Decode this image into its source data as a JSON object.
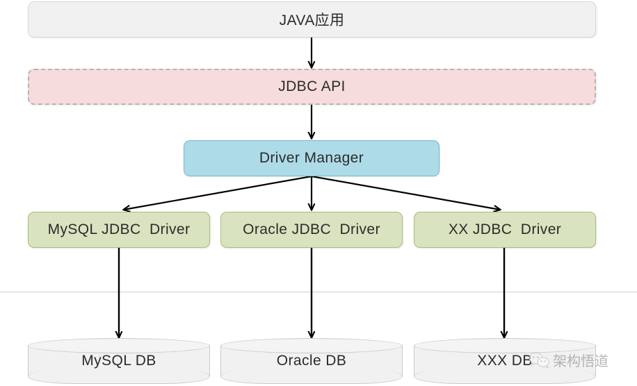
{
  "diagram": {
    "title": "JDBC architecture diagram",
    "colors": {
      "app_fill": "#f1f1f1",
      "app_border": "#d8d8d8",
      "api_fill": "#f6dcdc",
      "api_border": "#b9b2b2",
      "manager_fill": "#aedbe8",
      "manager_border": "#74b8cc",
      "driver_fill": "#d9e3bf",
      "driver_border": "#a8bc7e",
      "db_fill": "#f1f1f1",
      "db_border": "#c9c9c9",
      "arrow": "#000000",
      "text": "#2b2b2b",
      "rule": "#ececec"
    },
    "layers": {
      "application": {
        "label": "JAVA应用",
        "shape": "rounded-rect",
        "style": "solid"
      },
      "api": {
        "label": "JDBC API",
        "shape": "rounded-rect",
        "style": "dashed"
      },
      "manager": {
        "label": "Driver Manager",
        "shape": "rounded-rect",
        "style": "solid"
      },
      "drivers": [
        {
          "label": "MySQL JDBC  Driver"
        },
        {
          "label": "Oracle JDBC  Driver"
        },
        {
          "label": "XX JDBC  Driver"
        }
      ],
      "databases": [
        {
          "label": "MySQL DB"
        },
        {
          "label": "Oracle DB"
        },
        {
          "label": "XXX DB"
        }
      ]
    },
    "arrows": [
      {
        "name": "app-to-api",
        "from": "JAVA应用",
        "to": "JDBC API"
      },
      {
        "name": "api-to-manager",
        "from": "JDBC API",
        "to": "Driver Manager"
      },
      {
        "name": "manager-to-mysql-driver",
        "from": "Driver Manager",
        "to": "MySQL JDBC  Driver"
      },
      {
        "name": "manager-to-oracle-driver",
        "from": "Driver Manager",
        "to": "Oracle JDBC  Driver"
      },
      {
        "name": "manager-to-xx-driver",
        "from": "Driver Manager",
        "to": "XX JDBC  Driver"
      },
      {
        "name": "mysql-driver-to-mysql-db",
        "from": "MySQL JDBC  Driver",
        "to": "MySQL DB"
      },
      {
        "name": "oracle-driver-to-oracle-db",
        "from": "Oracle JDBC  Driver",
        "to": "Oracle DB"
      },
      {
        "name": "xx-driver-to-xxx-db",
        "from": "XX JDBC  Driver",
        "to": "XXX DB"
      }
    ]
  },
  "watermark": {
    "text": "架构悟道",
    "icon": "wechat-icon"
  }
}
